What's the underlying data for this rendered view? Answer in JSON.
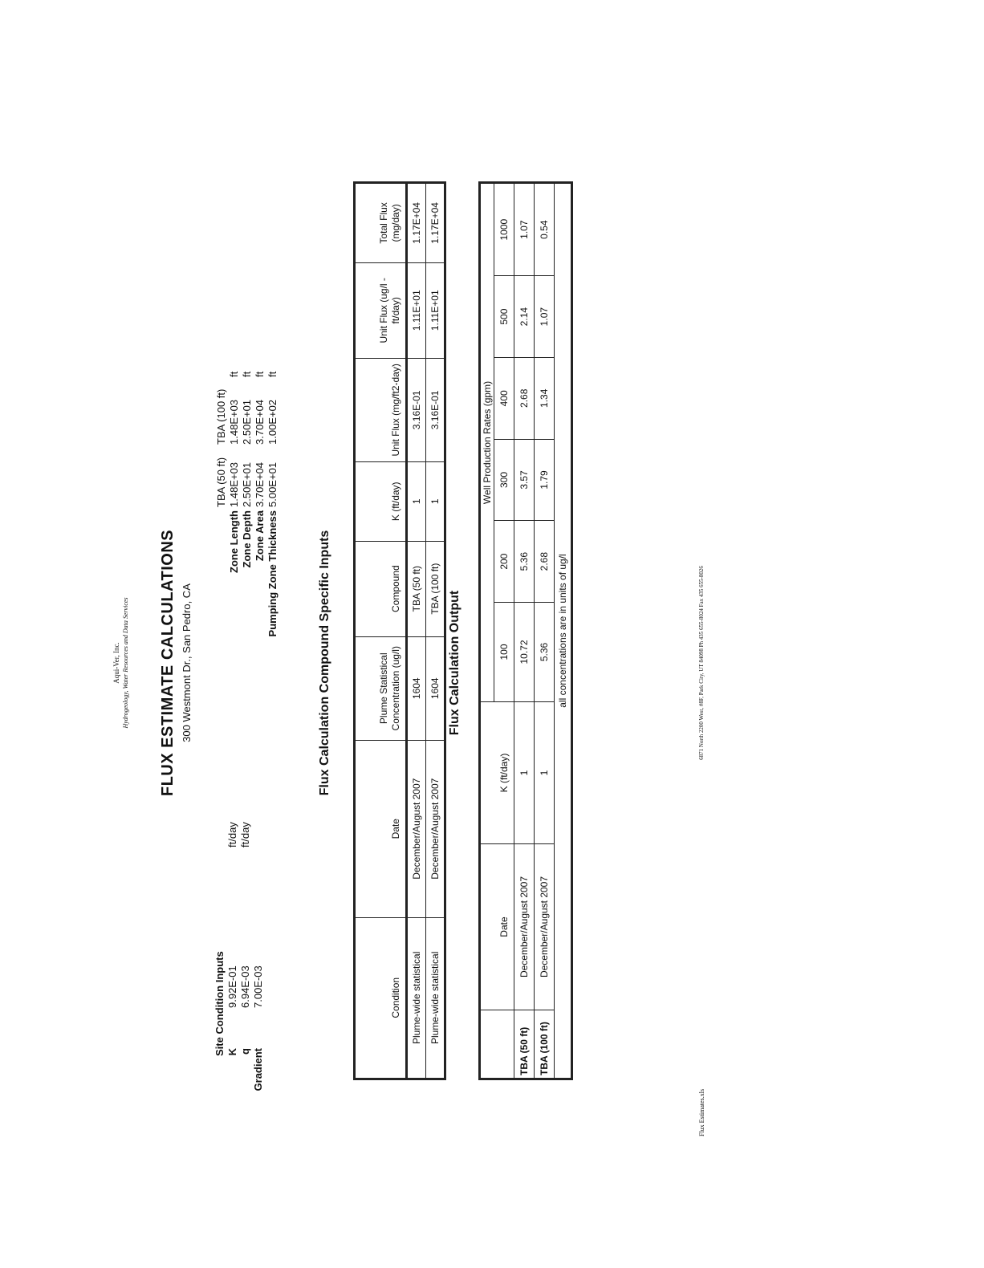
{
  "company": {
    "name": "Aqui-Ver, Inc.",
    "tagline": "Hydrogeology, Water Resources and Data Services"
  },
  "title": "FLUX ESTIMATE CALCULATIONS",
  "address": "300 Westmont Dr., San Pedro, CA",
  "site_inputs": {
    "heading": "Site Condition Inputs",
    "rows": [
      {
        "label": "K",
        "value": "9.92E-01",
        "unit": "ft/day"
      },
      {
        "label": "q",
        "value": "6.94E-03",
        "unit": "ft/day"
      },
      {
        "label": "Gradient",
        "value": "7.00E-03",
        "unit": ""
      }
    ]
  },
  "zone_inputs": {
    "col1": "TBA (50 ft)",
    "col2": "TBA (100 ft)",
    "rows": [
      {
        "label": "Zone Length",
        "v1": "1.48E+03",
        "v2": "1.48E+03",
        "unit": "ft"
      },
      {
        "label": "Zone Depth",
        "v1": "2.50E+01",
        "v2": "2.50E+01",
        "unit": "ft"
      },
      {
        "label": "Zone Area",
        "v1": "3.70E+04",
        "v2": "3.70E+04",
        "unit": "ft"
      },
      {
        "label": "Pumping Zone Thickness",
        "v1": "5.00E+01",
        "v2": "1.00E+02",
        "unit": "ft"
      }
    ]
  },
  "compound_table": {
    "title": "Flux Calculation Compound Specific Inputs",
    "headers": [
      "Condition",
      "Date",
      "Plume Statistical Concentration (ug/l)",
      "Compound",
      "K (ft/day)",
      "Unit Flux (mg/ft2-day)",
      "Unit Flux (ug/l - ft/day)",
      "Total Flux (mg/day)"
    ],
    "rows": [
      [
        "Plume-wide statistical",
        "December/August 2007",
        "1604",
        "TBA (50 ft)",
        "1",
        "3.16E-01",
        "1.11E+01",
        "1.17E+04"
      ],
      [
        "Plume-wide statistical",
        "December/August 2007",
        "1604",
        "TBA (100 ft)",
        "1",
        "3.16E-01",
        "1.11E+01",
        "1.17E+04"
      ]
    ]
  },
  "output_table": {
    "title": "Flux Calculation Output",
    "group_header": "Well Production Rates (gpm)",
    "headers": [
      "Date",
      "K (ft/day)",
      "100",
      "200",
      "300",
      "400",
      "500",
      "1000"
    ],
    "rows": [
      {
        "label": "TBA (50 ft)",
        "cells": [
          "December/August 2007",
          "1",
          "10.72",
          "5.36",
          "3.57",
          "2.68",
          "2.14",
          "1.07"
        ]
      },
      {
        "label": "TBA (100 ft)",
        "cells": [
          "December/August 2007",
          "1",
          "5.36",
          "2.68",
          "1.79",
          "1.34",
          "1.07",
          "0.54"
        ]
      }
    ],
    "note": "all concentrations are in units of ug/l"
  },
  "footer": {
    "file": "Flux Estimates.xls",
    "contact": "6871 North 2200 West, #8F, Park City, UT 84098   Ph 435 655-8024   Fax 435 655-8026"
  }
}
